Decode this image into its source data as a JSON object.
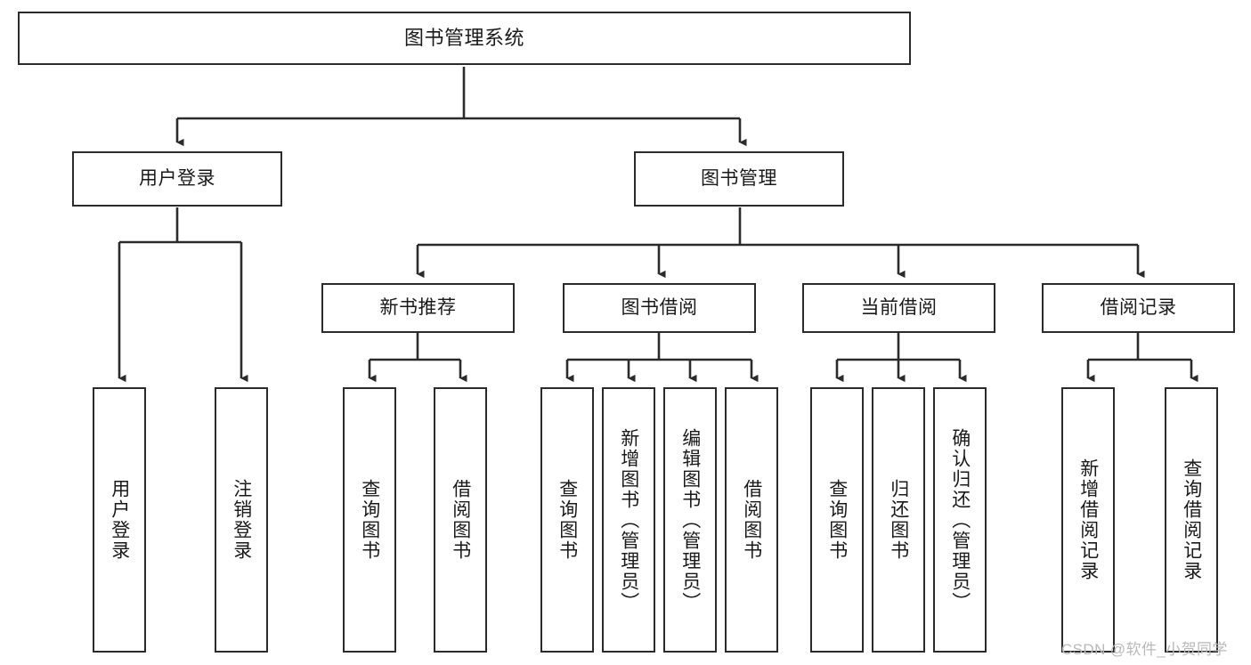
{
  "diagram": {
    "title": "图书管理系统",
    "type": "tree-hierarchy",
    "watermark": "CSDN @软件_小贺同学",
    "colors": {
      "box_border": "#2b2b2b",
      "box_fill": "#ffffff",
      "edge": "#2b2b2b",
      "text": "#1a1a1a",
      "watermark": "#b9b9b9",
      "background": "#ffffff"
    },
    "nodes": {
      "root": {
        "label": "图书管理系统"
      },
      "level2": [
        {
          "label": "用户登录"
        },
        {
          "label": "图书管理"
        }
      ],
      "level3": [
        {
          "label": "新书推荐"
        },
        {
          "label": "图书借阅"
        },
        {
          "label": "当前借阅"
        },
        {
          "label": "借阅记录"
        }
      ],
      "leaves": {
        "user_login": [
          {
            "label": "用户登录"
          },
          {
            "label": "注销登录"
          }
        ],
        "new_book": [
          {
            "label": "查询图书"
          },
          {
            "label": "借阅图书"
          }
        ],
        "book_borrow": [
          {
            "label": "查询图书"
          },
          {
            "label": "新增图书（管理员）"
          },
          {
            "label": "编辑图书（管理员）"
          },
          {
            "label": "借阅图书"
          }
        ],
        "current_borrow": [
          {
            "label": "查询图书"
          },
          {
            "label": "归还图书"
          },
          {
            "label": "确认归还（管理员）"
          }
        ],
        "borrow_record": [
          {
            "label": "新增借阅记录"
          },
          {
            "label": "查询借阅记录"
          }
        ]
      }
    }
  }
}
